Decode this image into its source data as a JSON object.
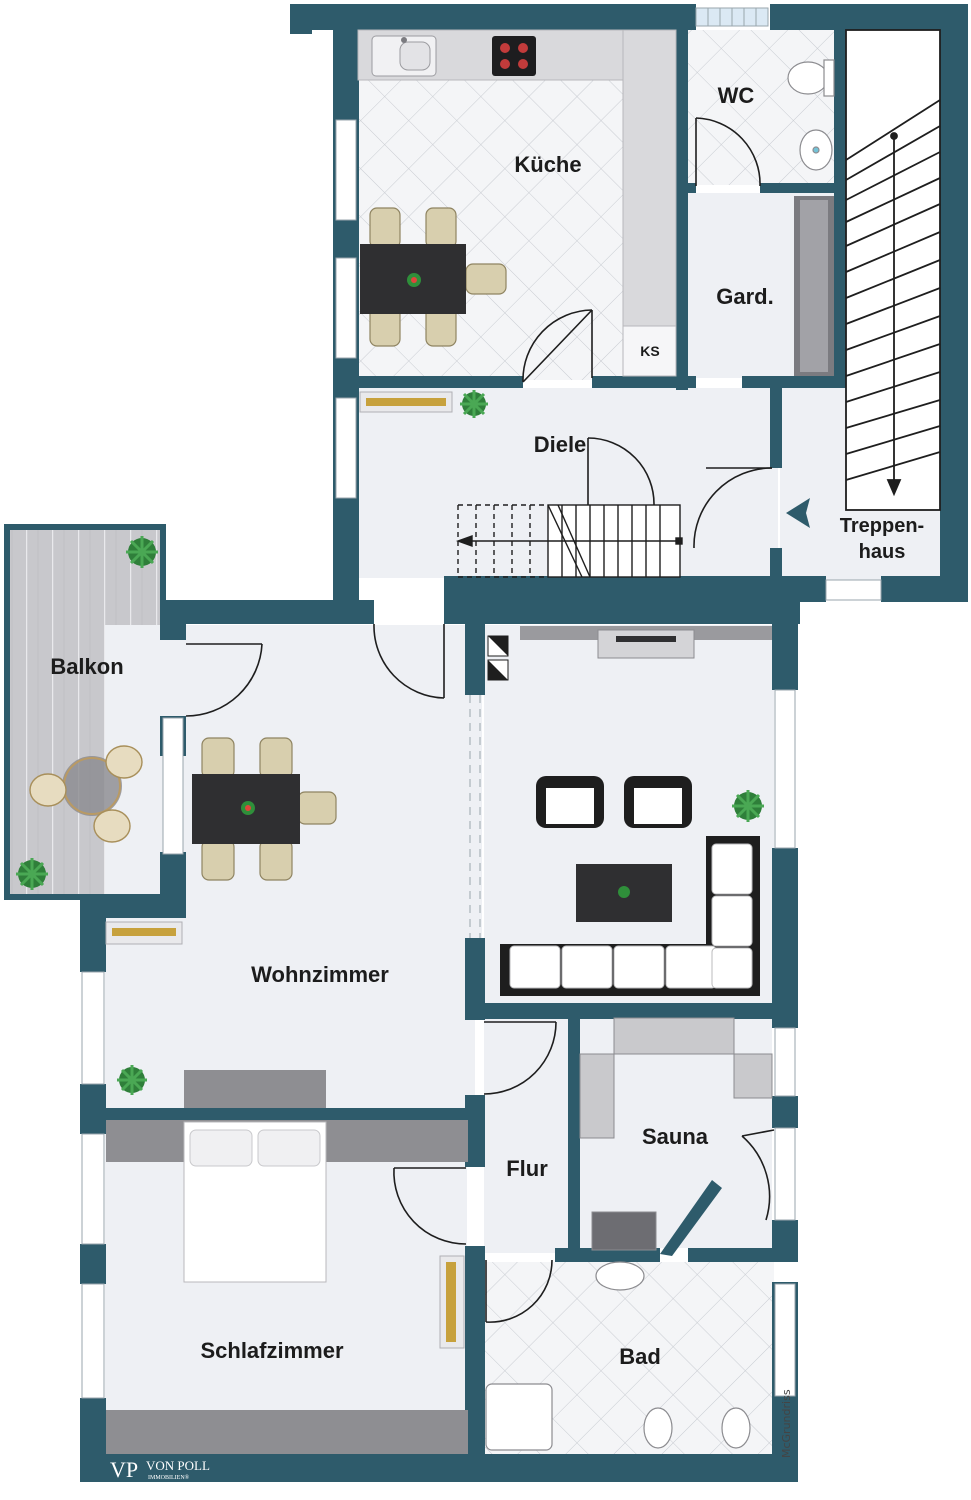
{
  "plan": {
    "rooms": {
      "kueche": "Küche",
      "wc": "WC",
      "gard": "Gard.",
      "ks": "KS",
      "diele": "Diele",
      "treppenhaus_1": "Treppen-",
      "treppenhaus_2": "haus",
      "balkon": "Balkon",
      "wohnzimmer": "Wohnzimmer",
      "sauna": "Sauna",
      "flur": "Flur",
      "schlafzimmer": "Schlafzimmer",
      "bad": "Bad"
    },
    "credit": "McGrundriss",
    "logo": {
      "mark": "VP",
      "name": "VON POLL",
      "sub": "IMMOBILIEN®"
    }
  },
  "colors": {
    "wall": "#2e5b6b",
    "floor": "#eef0f4",
    "tile": "#f2f3f5",
    "balcony": "#c9c9cc"
  }
}
